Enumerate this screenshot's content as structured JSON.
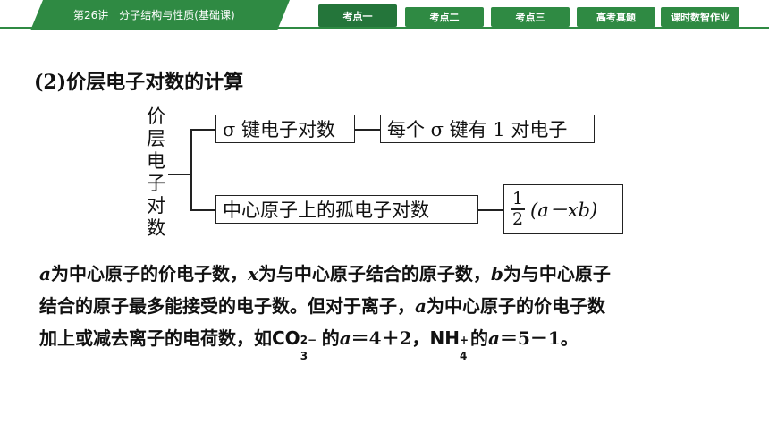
{
  "header": {
    "lesson_title": "第26讲　分子结构与性质(基础课)",
    "nav": [
      {
        "label": "考点一",
        "active": true
      },
      {
        "label": "考点二",
        "active": false
      },
      {
        "label": "考点三",
        "active": false
      },
      {
        "label": "高考真题",
        "active": false
      },
      {
        "label": "课时数智作业",
        "active": false
      }
    ],
    "accent_color": "#2f8a43"
  },
  "section": {
    "heading": "(2)价层电子对数的计算"
  },
  "diagram": {
    "root_chars": [
      "价",
      "层",
      "电",
      "子",
      "对",
      "数"
    ],
    "branch1": {
      "label": "σ 键电子对数",
      "desc": "每个 σ 键有 1 对电子"
    },
    "branch2": {
      "label": "中心原子上的孤电子对数",
      "frac_num": "1",
      "frac_den": "2",
      "expr": "(a－xb)"
    }
  },
  "paragraph": {
    "l1_a": "a",
    "l1_t1": "为中心原子的价电子数，",
    "l1_x": "x",
    "l1_t2": "为与中心原子结合的原子数，",
    "l1_b": "b",
    "l1_t3": "为与中心原子",
    "l2_t1": "结合的原子最多能接受的电子数。但对于离子，",
    "l2_a": "a",
    "l2_t2": "为中心原子的价电子数",
    "l3_t1": "加上或减去离子的电荷数，如",
    "l3_co": "CO",
    "l3_co_sup": "2−",
    "l3_co_sub": "3",
    "l3_t2": "的",
    "l3_a1": "a",
    "l3_eq1": "＝4＋2，",
    "l3_nh": "NH",
    "l3_nh_sup": "+",
    "l3_nh_sub": "4",
    "l3_t3": "的",
    "l3_a2": "a",
    "l3_eq2": "＝5－1。"
  }
}
